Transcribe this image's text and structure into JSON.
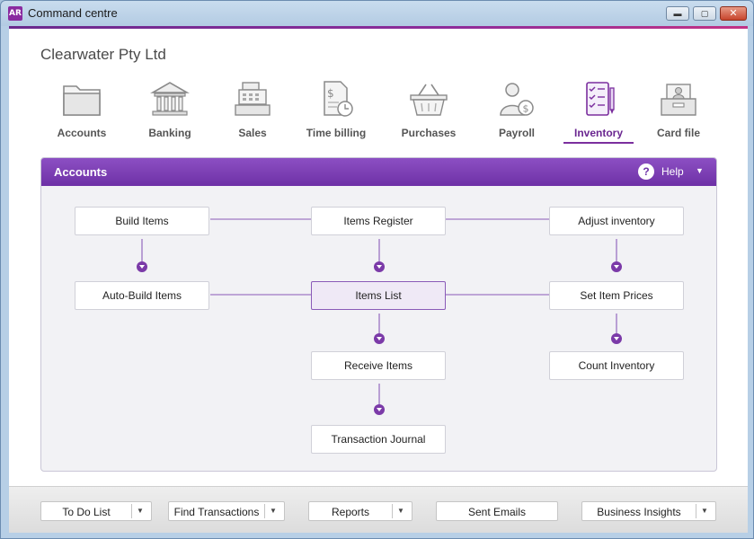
{
  "window": {
    "badge": "AR",
    "title": "Command centre",
    "min_glyph": "▬",
    "max_glyph": "▢",
    "close_glyph": "✕"
  },
  "company_name": "Clearwater Pty Ltd",
  "nav": [
    {
      "label": "Accounts",
      "icon": "folder-icon"
    },
    {
      "label": "Banking",
      "icon": "bank-icon"
    },
    {
      "label": "Sales",
      "icon": "cash-register-icon"
    },
    {
      "label": "Time billing",
      "icon": "time-billing-icon"
    },
    {
      "label": "Purchases",
      "icon": "basket-icon"
    },
    {
      "label": "Payroll",
      "icon": "payroll-icon"
    },
    {
      "label": "Inventory",
      "icon": "inventory-icon",
      "active": true
    },
    {
      "label": "Card file",
      "icon": "card-file-icon"
    }
  ],
  "panel": {
    "title": "Accounts",
    "help_glyph": "?",
    "help_label": "Help",
    "help_caret": "▼"
  },
  "flow": {
    "build_items": "Build Items",
    "items_register": "Items Register",
    "adjust_inventory": "Adjust inventory",
    "auto_build_items": "Auto-Build Items",
    "items_list": "Items List",
    "set_item_prices": "Set Item Prices",
    "receive_items": "Receive Items",
    "count_inventory": "Count Inventory",
    "transaction_journal": "Transaction Journal"
  },
  "bottom": [
    {
      "label": "To Do List",
      "dropdown": true
    },
    {
      "label": "Find Transactions",
      "dropdown": true
    },
    {
      "label": "Reports",
      "dropdown": true
    },
    {
      "label": "Sent Emails",
      "dropdown": false
    },
    {
      "label": "Business Insights",
      "dropdown": true
    }
  ],
  "caret_glyph": "▼",
  "colors": {
    "accent": "#7b2f9e",
    "panel_header": "#7a3bb2",
    "connector": "#8a5bb8"
  }
}
